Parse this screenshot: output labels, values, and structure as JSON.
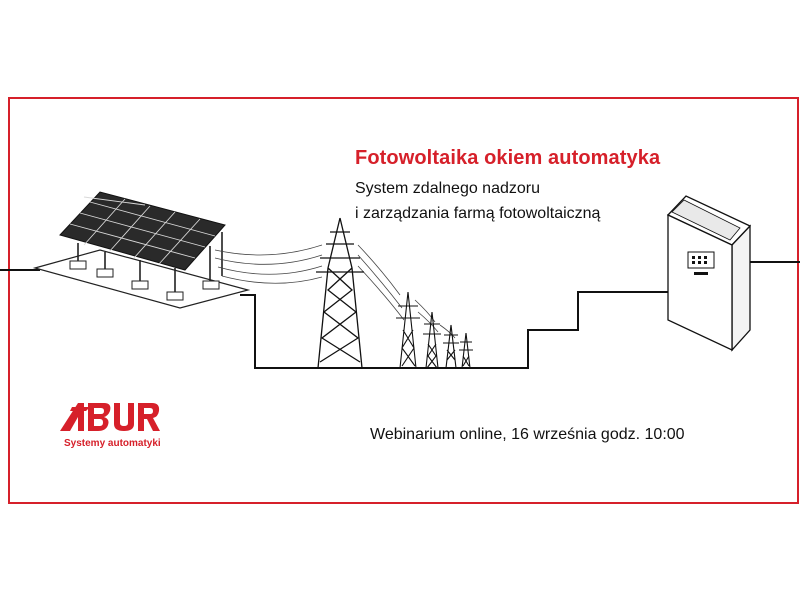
{
  "banner": {
    "title": "Fotowoltaika okiem automatyka",
    "subtitle_line1": "System zdalnego nadzoru",
    "subtitle_line2": "i zarządzania farmą fotowoltaiczną",
    "event": "Webinarium online, 16 września godz. 10:00"
  },
  "logo": {
    "brand": "ABUR",
    "tagline": "Systemy automatyki"
  },
  "colors": {
    "accent": "#d6202a",
    "ink": "#111111"
  }
}
